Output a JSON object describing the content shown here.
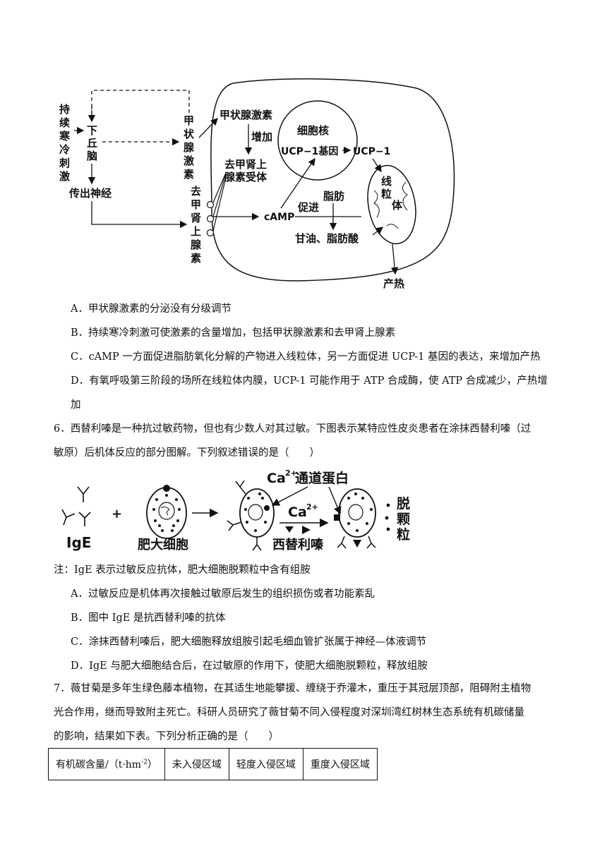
{
  "diagram1": {
    "stimulus": [
      "持",
      "续",
      "寒",
      "冷",
      "刺",
      "激"
    ],
    "hypothalamus": [
      "下",
      "丘",
      "脑"
    ],
    "efferent_nerve": "传出神经",
    "thyroid_hormone_vertical": [
      "甲",
      "状",
      "腺",
      "激",
      "素"
    ],
    "norepinephrine_vertical": [
      "去",
      "甲",
      "肾",
      "上",
      "腺",
      "素"
    ],
    "thyroid_hormone": "甲状腺激素",
    "increase": "增加",
    "receptor_line1": "去甲肾上",
    "receptor_line2": "腺素受体",
    "nucleus": "细胞核",
    "gene": "UCP−1基因",
    "ucp1": "UCP−1",
    "mito": [
      "线",
      "粒",
      "体"
    ],
    "fat": "脂肪",
    "camp": "cAMP",
    "promote": "促进",
    "products": "甘油、脂肪酸",
    "heat": "产热"
  },
  "q5_options": {
    "A": "A．甲状腺激素的分泌没有分级调节",
    "B": "B．持续寒冷刺激可使激素的含量增加，包括甲状腺激素和去甲肾上腺素",
    "C": "C．cAMP 一方面促进脂肪氧化分解的产物进入线粒体，另一方面促进 UCP-1 基因的表达，来增加产热",
    "D1": "D．有氧呼吸第三阶段的场所在线粒体内膜，UCP-1 可能作用于 ATP 合成酶，使 ATP 合成减少，产热增",
    "D2": "加"
  },
  "q6": {
    "stem1": "6．西替利嗪是一种抗过敏药物，但也有少数人对其过敏。下图表示某特应性皮炎患者在涂抹西替利嗪（过",
    "stem2": "敏原）后机体反应的部分图解。下列叙述错误的是（　　）",
    "diagram": {
      "ige": "IgE",
      "plus": "+",
      "mast_cell": "肥大细胞",
      "channel": "通道蛋白",
      "ca": "Ca",
      "ca_sup": "2+",
      "drug": "西替利嗪",
      "degran": [
        "脱",
        "颗",
        "粒"
      ]
    },
    "note": "注：IgE 表示过敏反应抗体，肥大细胞脱颗粒中含有组胺",
    "A": "A．过敏反应是机体再次接触过敏原后发生的组织损伤或者功能紊乱",
    "B": "B．图中 IgE 是抗西替利嗪的抗体",
    "C": "C．涂抹西替利嗪后，肥大细胞释放组胺引起毛细血管扩张属于神经—体液调节",
    "D": "D．IgE 与肥大细胞结合后，在过敏原的作用下，使肥大细胞脱颗粒，释放组胺"
  },
  "q7": {
    "stem1": "7．薇甘菊是多年生绿色藤本植物，在其适生地能攀援、缠绕于乔灌木，重压于其冠层顶部，阻碍附主植物",
    "stem2": "光合作用，继而导致附主死亡。科研人员研究了薇甘菊不同入侵程度对深圳湾红树林生态系统有机碳储量",
    "stem3": "的影响，结果如下表。下列分析正确的是（　　）",
    "table_headers": [
      "有机碳含量/（t·hm",
      "-2",
      "）",
      "未入侵区域",
      "轻度入侵区域",
      "重度入侵区域"
    ]
  }
}
